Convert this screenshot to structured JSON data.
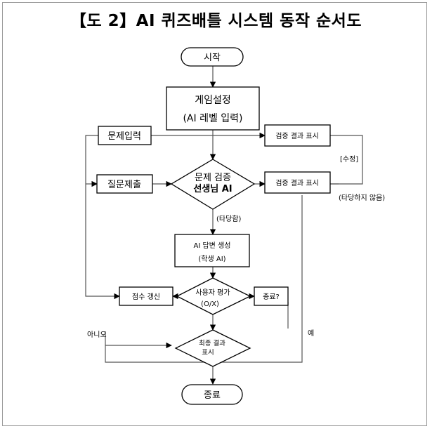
{
  "title": "【도 2】AI 퀴즈배틀 시스템 동작 순서도",
  "nodes": {
    "start": "시작",
    "game_setup_line1": "게임설정",
    "game_setup_line2": "(AI 레벨 입력)",
    "question_input": "문제입력",
    "verify_result_1": "검증 결과 표시",
    "question_submit": "질문제출",
    "verify_decision_line1": "문제 검증",
    "verify_decision_line2": "선생님 AI",
    "verify_result_2": "검증 결과 표시",
    "ai_answer_line1": "AI 답변 생성",
    "ai_answer_line2": "(학생 AI)",
    "score_update": "점수 갱신",
    "user_eval_line1": "사용자 평가",
    "user_eval_line2": "(O/X)",
    "end_check": "종료?",
    "final_result_line1": "최종 결과",
    "final_result_line2": "표시",
    "end": "종료"
  },
  "edge_labels": {
    "revise": "[수정]",
    "invalid": "(타당하지 않음)",
    "valid": "(타당함)",
    "no": "아니오",
    "yes": "예"
  }
}
